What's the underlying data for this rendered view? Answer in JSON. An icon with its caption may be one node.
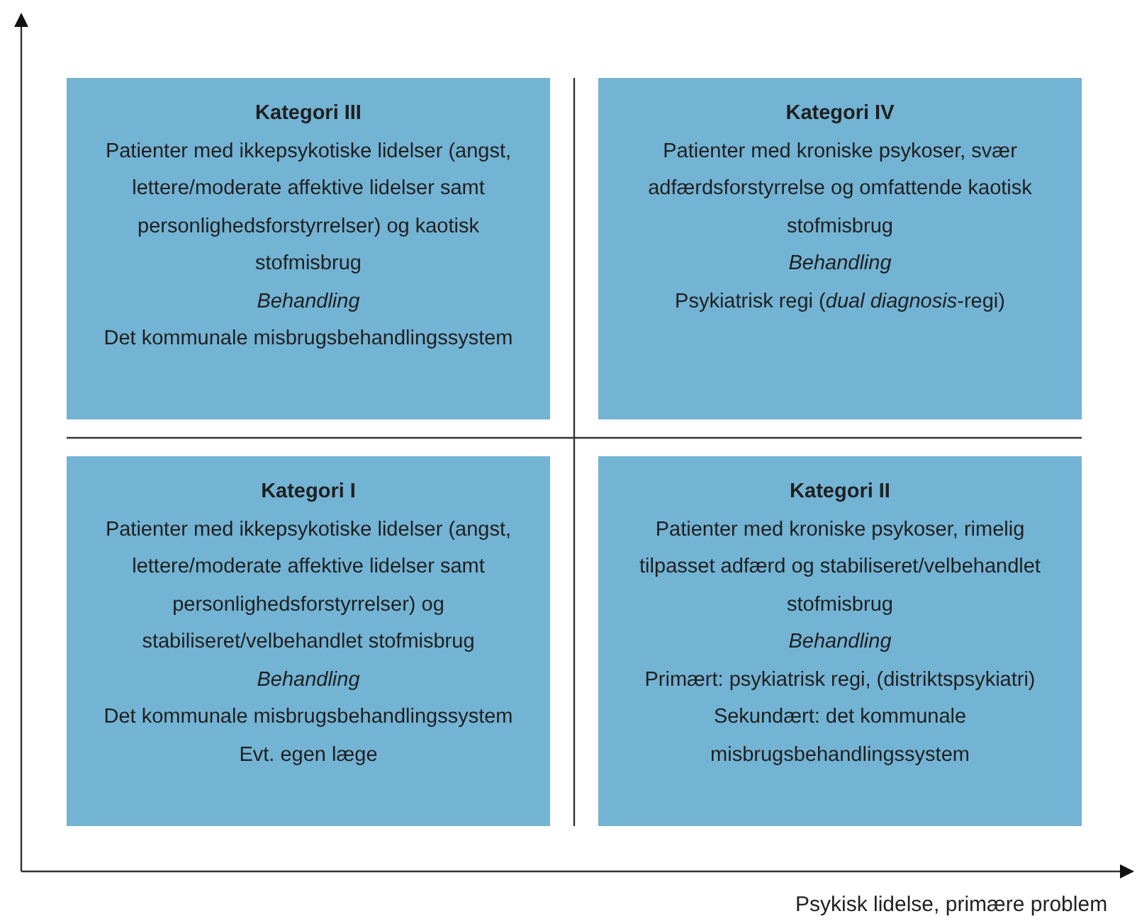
{
  "diagram": {
    "nodes": [
      {
        "text": [
          "Kategori III",
          "Patienter med ikkepsykotiske lidelser (angst, lettere/moderate affektive lidelser samt personlighedsforstyrrelser) og kaotisk stofmisbrug",
          "Behandling",
          "Det kommunale misbrugsbehandlingssystem"
        ]
      },
      {
        "text": [
          "Kategori IV",
          "Patienter med kroniske psykoser, svær adfærdsforstyrrelse og omfattende kaotisk stofmisbrug",
          "Behandling",
          "Psykiatrisk regi (*dual diagnosis*-regi)"
        ]
      },
      {
        "text": [
          "Kategori I",
          "Patienter med ikkepsykotiske lidelser (angst, lettere/moderate affektive lidelser samt personlighedsforstyrrelser) og stabiliseret/velbehandlet stofmisbrug",
          "Behandling",
          "Det kommunale misbrugsbehandlingssystem",
          "Evt. egen læge"
        ]
      },
      {
        "text": [
          "Kategori II",
          "Patienter med kroniske psykoser, rimelig tilpasset adfærd og stabiliseret/velbehandlet stofmisbrug",
          "Behandling",
          "Primært: psykiatrisk regi, (distriktspsykiatri)",
          "Sekundært: det kommunale misbrugsbehandlingssystem"
        ]
      }
    ],
    "labels": [
      "Psykisk lidelse, primære problem"
    ]
  }
}
